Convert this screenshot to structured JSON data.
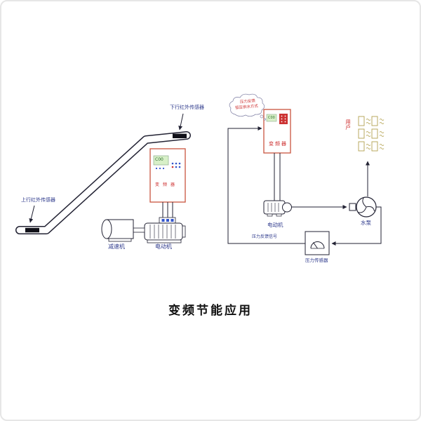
{
  "title": "变频节能应用",
  "escalator_system": {
    "down_sensor_label": "下行红外传感器",
    "up_sensor_label": "上行红外传感器",
    "inverter": {
      "display": "C00",
      "label": "变频器"
    },
    "reducer_label": "减速机",
    "motor_label": "电动机"
  },
  "pump_system": {
    "cloud": {
      "line1": "压力反馈",
      "line2": "恒压供水方式"
    },
    "inverter": {
      "display": "C00",
      "label": "变频器"
    },
    "motor_label": "电动机",
    "pump_label": "水泵",
    "users_label": "用户",
    "feedback_signal_label": "压力反馈信号",
    "pressure_sensor_label": "压力传感器"
  },
  "colors": {
    "line": "#222233",
    "label": "#2e3a8c",
    "accent_red": "#cc2a2a",
    "inverter_border": "#c9553f",
    "display_fill": "#d8f0c8",
    "users_tan": "#b3a14f"
  }
}
